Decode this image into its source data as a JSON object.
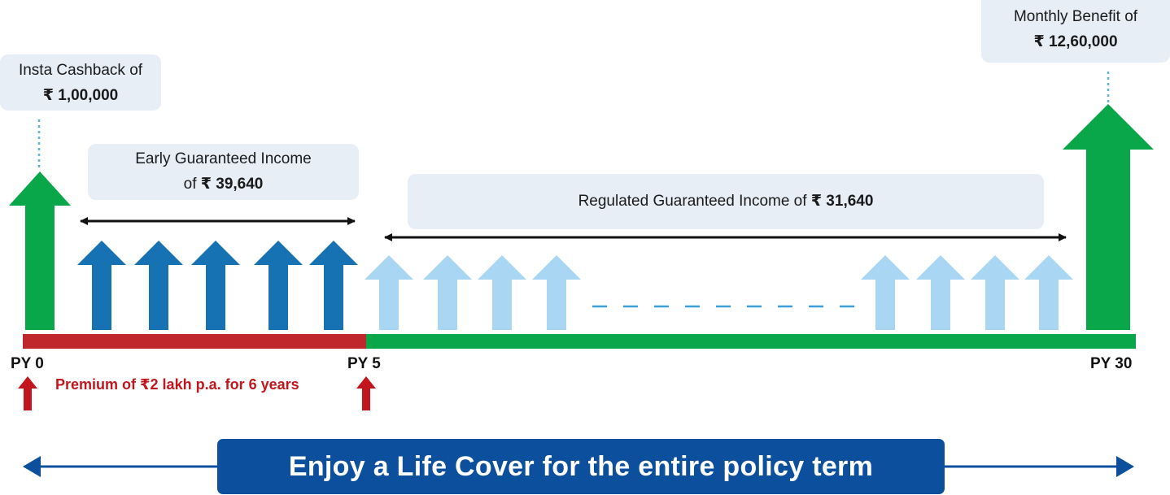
{
  "colors": {
    "green": "#0aa74a",
    "dark_blue": "#1672b3",
    "light_blue": "#a8d6f3",
    "red": "#c0272d",
    "premium_red": "#c0161c",
    "navy": "#0c4f9c",
    "callout_bg": "#e8eef6",
    "dotted": "#5fb7d0"
  },
  "callouts": {
    "insta": {
      "line1": "Insta Cashback of",
      "amount": "₹ 1,00,000"
    },
    "early": {
      "line1": "Early Guaranteed Income",
      "prefix": "of ",
      "amount": "₹ 39,640"
    },
    "regulated": {
      "text": "Regulated Guaranteed Income of ",
      "amount": "₹ 31,640"
    },
    "monthly": {
      "line1": "Monthly Benefit of",
      "amount": "₹ 12,60,000"
    }
  },
  "timeline": {
    "start_label": "PY 0",
    "mid_label": "PY 5",
    "end_label": "PY 30",
    "premium_text": "Premium of ₹2 lakh p.a. for 6 years"
  },
  "banner": {
    "text": "Enjoy a Life Cover for the entire policy term"
  },
  "icons": [
    "green-up-arrow-icon",
    "blue-up-arrow-icon",
    "light-blue-up-arrow-icon",
    "red-up-arrow-icon",
    "double-headed-arrow-icon"
  ]
}
